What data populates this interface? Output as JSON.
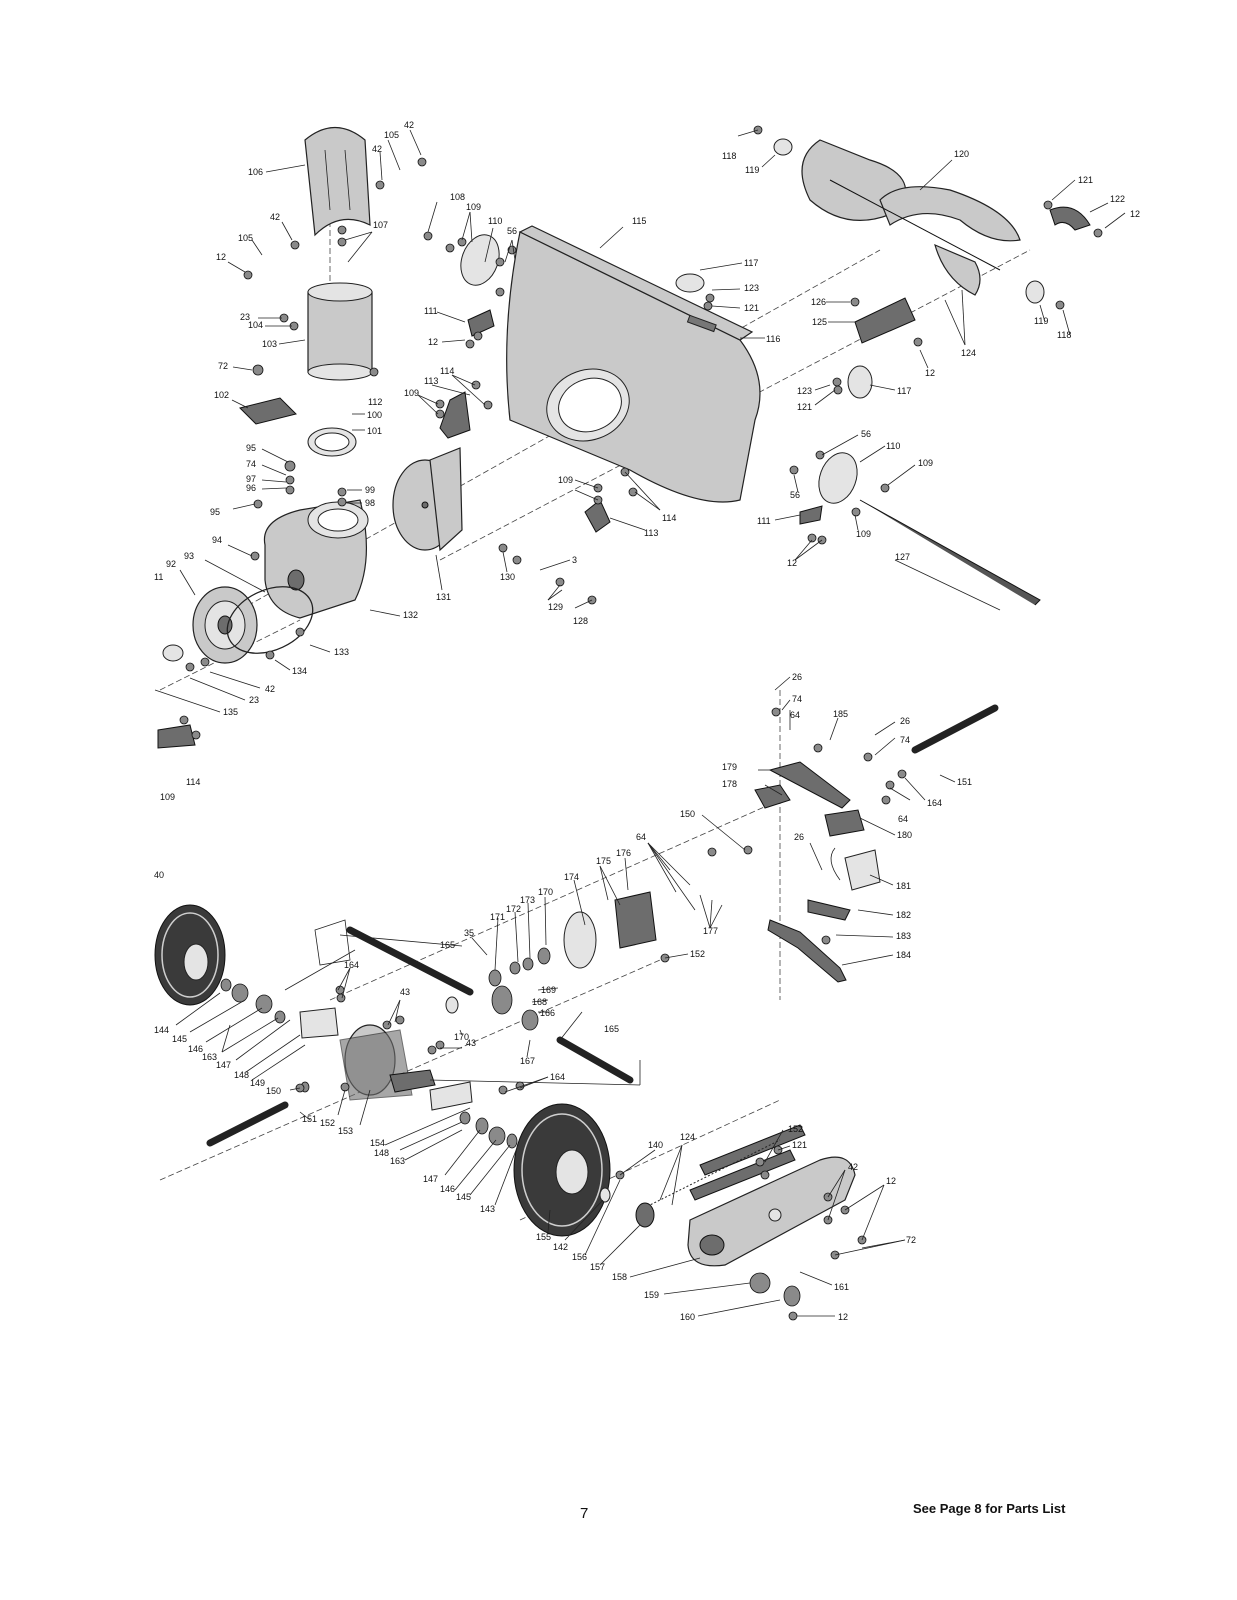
{
  "page": {
    "number": "7",
    "footer_note": "See Page 8 for Parts List"
  },
  "labels": {
    "p3": "3",
    "p12": "12",
    "p23": "23",
    "p26": "26",
    "p35": "35",
    "p40": "40",
    "p42": "42",
    "p43": "43",
    "p56": "56",
    "p64": "64",
    "p72": "72",
    "p74": "74",
    "p92": "92",
    "p93": "93",
    "p94": "94",
    "p95": "95",
    "p96": "96",
    "p97": "97",
    "p98": "98",
    "p99": "99",
    "p100": "100",
    "p101": "101",
    "p102": "102",
    "p103": "103",
    "p104": "104",
    "p105": "105",
    "p106": "106",
    "p107": "107",
    "p108": "108",
    "p109": "109",
    "p110": "110",
    "p111": "111",
    "p112": "112",
    "p113": "113",
    "p114": "114",
    "p115": "115",
    "p116": "116",
    "p117": "117",
    "p118": "118",
    "p119": "119",
    "p120": "120",
    "p121": "121",
    "p122": "122",
    "p123": "123",
    "p124": "124",
    "p125": "125",
    "p126": "126",
    "p127": "127",
    "p128": "128",
    "p129": "129",
    "p130": "130",
    "p131": "131",
    "p132": "132",
    "p133": "133",
    "p134": "134",
    "p135": "135",
    "p140": "140",
    "p142": "142",
    "p143": "143",
    "p144": "144",
    "p145": "145",
    "p146": "146",
    "p147": "147",
    "p148": "148",
    "p149": "149",
    "p150": "150",
    "p151": "151",
    "p152": "152",
    "p153": "153",
    "p154": "154",
    "p155": "155",
    "p156": "156",
    "p157": "157",
    "p158": "158",
    "p159": "159",
    "p160": "160",
    "p161": "161",
    "p163": "163",
    "p164": "164",
    "p165": "165",
    "p166": "166",
    "p167": "167",
    "p168": "168",
    "p169": "169",
    "p170": "170",
    "p171": "171",
    "p172": "172",
    "p173": "173",
    "p174": "174",
    "p175": "175",
    "p176": "176",
    "p177": "177",
    "p178": "178",
    "p179": "179",
    "p180": "180",
    "p181": "181",
    "p182": "182",
    "p183": "183",
    "p184": "184",
    "p185": "185"
  }
}
